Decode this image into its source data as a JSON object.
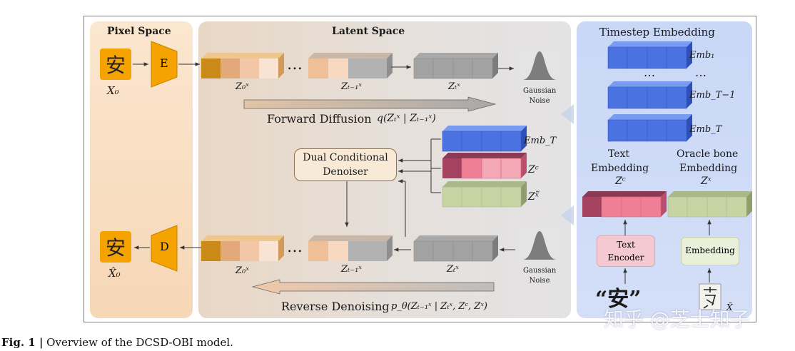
{
  "panels": {
    "pixel_space": "Pixel Space",
    "latent_space": "Latent Space",
    "timestep_embedding": "Timestep Embedding"
  },
  "pixel": {
    "input_char": "安",
    "input_label": "X₀",
    "encoder": "E",
    "output_char": "安",
    "output_label": "X̂₀",
    "decoder": "D"
  },
  "forward": {
    "z0": "Z₀ˣ",
    "zT1": "Zₜ₋₁ˣ",
    "zT": "Zₜˣ",
    "dots": "…",
    "noise_label_1": "Gaussian",
    "noise_label_2": "Noise",
    "label": "Forward Diffusion",
    "formula": "q(Zₜˣ | Zₜ₋₁ˣ)"
  },
  "reverse": {
    "z0": "Z₀ˣ",
    "zT1": "Zₜ₋₁ˣ",
    "zT": "Zₜˣ",
    "dots": "…",
    "noise_label_1": "Gaussian",
    "noise_label_2": "Noise",
    "label": "Reverse Denoising",
    "formula": "p_θ(Zₜ₋₁ˣ | Zₜˣ, Zᶜ, Zˣ)"
  },
  "denoiser": {
    "line1": "Dual Conditional",
    "line2": "Denoiser",
    "cond1": "Emb_T",
    "cond2": "Zᶜ",
    "cond3": "Zˣ̃"
  },
  "embedding": {
    "emb1": "Emb₁",
    "dots1": "…",
    "dots2": "…",
    "emb_t1": "Emb_T−1",
    "emb_t": "Emb_T",
    "text_emb_1": "Text",
    "text_emb_2": "Embedding",
    "text_emb_var": "Zᶜ",
    "oracle_emb_1": "Oracle bone",
    "oracle_emb_2": "Embedding",
    "oracle_emb_var": "Zˣ",
    "text_encoder_1": "Text",
    "text_encoder_2": "Encoder",
    "embedding_box": "Embedding",
    "text_input": "“安”",
    "oracle_glyph_label": "X̃"
  },
  "caption": {
    "prefix": "Fig. 1 |",
    "text": " Overview of the DCSD-OBI model."
  },
  "watermark": "知乎 @芝士知子",
  "colors": {
    "orange": "#f4a300",
    "blue": "#4a72e0",
    "pink": "#ee7f95",
    "green": "#c6d5a3",
    "gray": "#9a9a9a"
  }
}
